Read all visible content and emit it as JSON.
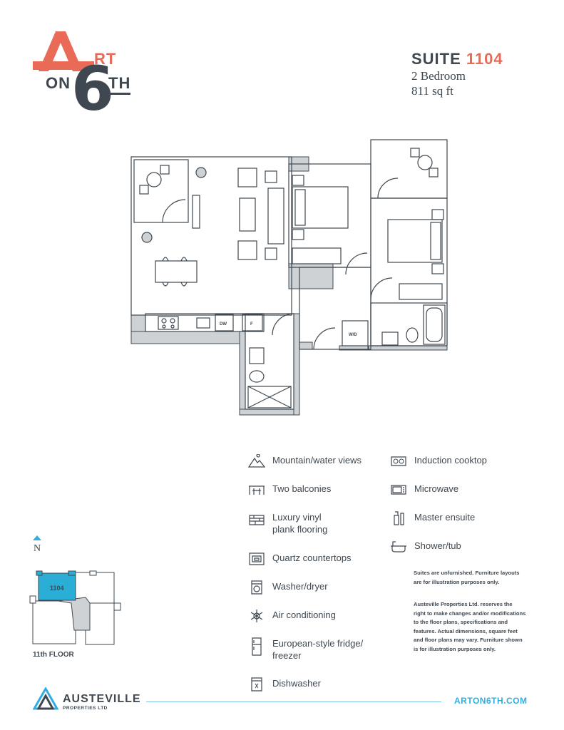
{
  "logo": {
    "letter_a": "A",
    "rt": "RT",
    "on": "ON",
    "six": "6",
    "th": "TH"
  },
  "suite": {
    "title": "SUITE",
    "number": "1104",
    "bedrooms": "2 Bedroom",
    "area": "811 sq ft"
  },
  "floorplan": {
    "labels": {
      "dishwasher": "DW",
      "fridge": "F",
      "washer_dryer": "W/D"
    }
  },
  "keyplan": {
    "north": "N",
    "suite_label": "1104",
    "floor": "11th FLOOR",
    "highlight_color": "#2aaed5"
  },
  "features_left": [
    {
      "icon": "mountain-icon",
      "text": "Mountain/water views"
    },
    {
      "icon": "balcony-icon",
      "text": "Two balconies"
    },
    {
      "icon": "flooring-icon",
      "text": "Luxury vinyl\nplank flooring"
    },
    {
      "icon": "countertop-icon",
      "text": "Quartz countertops"
    },
    {
      "icon": "washer-icon",
      "text": "Washer/dryer"
    },
    {
      "icon": "snowflake-icon",
      "text": "Air conditioning"
    },
    {
      "icon": "fridge-icon",
      "text": "European-style fridge/\nfreezer"
    },
    {
      "icon": "dishwasher-icon",
      "text": "Dishwasher"
    }
  ],
  "features_right": [
    {
      "icon": "cooktop-icon",
      "text": "Induction cooktop"
    },
    {
      "icon": "microwave-icon",
      "text": "Microwave"
    },
    {
      "icon": "ensuite-icon",
      "text": "Master ensuite"
    },
    {
      "icon": "bathtub-icon",
      "text": "Shower/tub"
    }
  ],
  "notes": {
    "unfurnished": "Suites are unfurnished. Furniture layouts\nare for illustration purposes only.",
    "disclaimer": "Austeville Properties Ltd. reserves the\nright to make changes and/or modifications\nto the floor plans, specifications and\nfeatures. Actual dimensions, square feet\nand floor plans may vary. Furniture shown\nis for illustration purposes only."
  },
  "footer": {
    "brand": "AUSTEVILLE",
    "brand_sub": "PROPERTIES LTD",
    "url": "ARTON6TH.COM"
  },
  "colors": {
    "accent": "#e86a57",
    "dark": "#3f4850",
    "blue": "#31aee0",
    "wall": "#cfd2d4"
  }
}
